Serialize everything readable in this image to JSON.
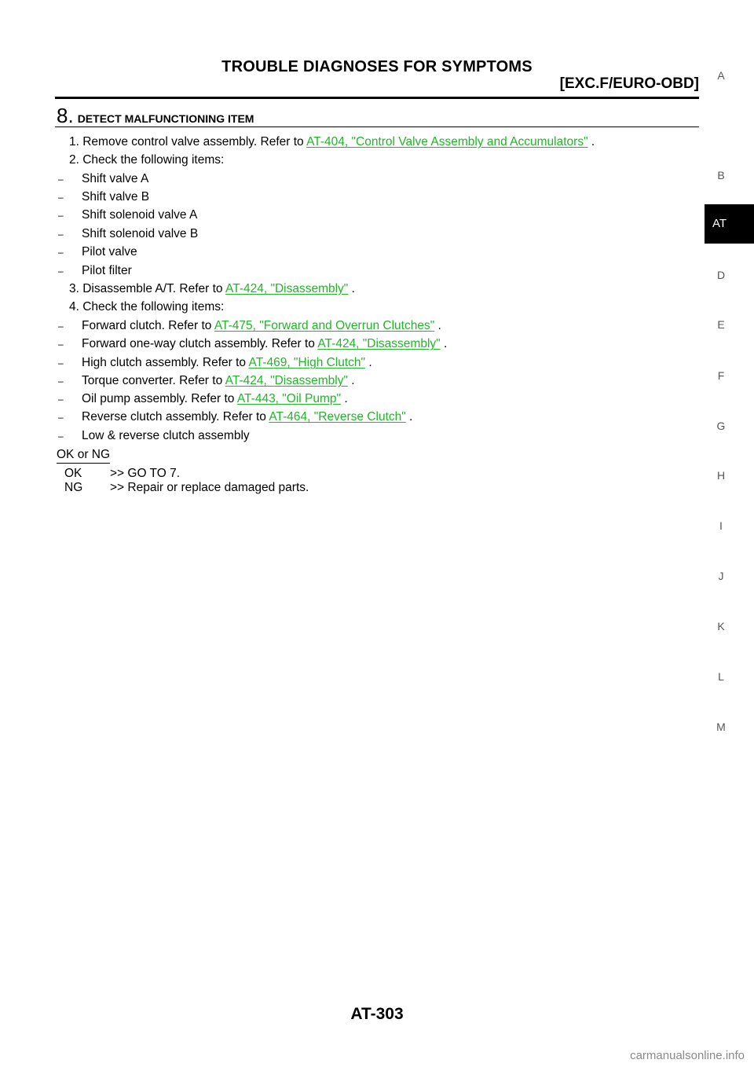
{
  "header": {
    "title": "TROUBLE DIAGNOSES FOR SYMPTOMS",
    "subtitle": "[EXC.F/EURO-OBD]"
  },
  "step": {
    "number": "8.",
    "title": "DETECT MALFUNCTIONING ITEM"
  },
  "lines": {
    "l1_pre": "1. Remove control valve assembly. Refer to ",
    "l1_link": "AT-404, \"Control Valve Assembly and Accumulators\"",
    "l1_post": " .",
    "l2": "2. Check the following items:",
    "i1": "Shift valve A",
    "i2": "Shift valve B",
    "i3": "Shift solenoid valve A",
    "i4": "Shift solenoid valve B",
    "i5": "Pilot valve",
    "i6": "Pilot filter",
    "l3_pre": "3. Disassemble A/T. Refer to ",
    "l3_link": "AT-424, \"Disassembly\"",
    "l3_post": " .",
    "l4": "4. Check the following items:",
    "j1_pre": "Forward clutch. Refer to ",
    "j1_link": "AT-475, \"Forward and Overrun Clutches\"",
    "j1_post": " .",
    "j2_pre": "Forward one-way clutch assembly. Refer to ",
    "j2_link": "AT-424, \"Disassembly\"",
    "j2_post": " .",
    "j3_pre": "High clutch assembly. Refer to ",
    "j3_link": "AT-469, \"High Clutch\"",
    "j3_post": " .",
    "j4_pre": "Torque converter. Refer to ",
    "j4_link": "AT-424, \"Disassembly\"",
    "j4_post": " .",
    "j5_pre": "Oil pump assembly. Refer to ",
    "j5_link": "AT-443, \"Oil Pump\"",
    "j5_post": " .",
    "j6_pre": "Reverse clutch assembly. Refer to ",
    "j6_link": "AT-464, \"Reverse Clutch\"",
    "j6_post": " .",
    "j7": "Low & reverse clutch assembly",
    "dash": "–"
  },
  "result": {
    "heading": "OK or NG",
    "ok_key": "OK",
    "ok_val": ">> GO TO 7.",
    "ng_key": "NG",
    "ng_val": ">> Repair or replace damaged parts."
  },
  "side_tabs": [
    "A",
    "B",
    "AT",
    "D",
    "E",
    "F",
    "G",
    "H",
    "I",
    "J",
    "K",
    "L",
    "M"
  ],
  "active_tab": "AT",
  "page_number": "AT-303",
  "watermark": "carmanualsonline.info",
  "colors": {
    "link": "#22b42a",
    "tab_active_bg": "#000000"
  }
}
